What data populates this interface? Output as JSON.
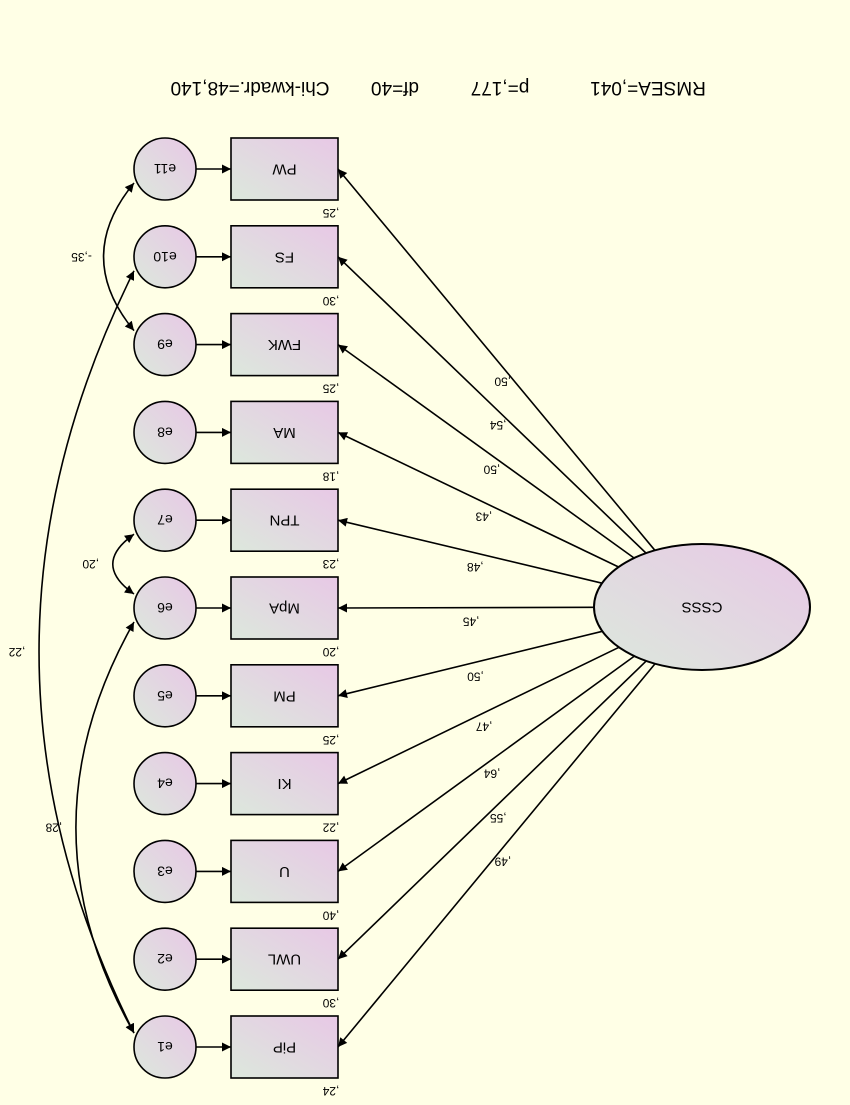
{
  "fit": {
    "chi": "Chi-kwadr.=48,140",
    "df": "df=40",
    "p": "p=,177",
    "rmsea": "RMSEA=,041"
  },
  "latent": {
    "label": "CSSS"
  },
  "colors": {
    "background": "#FFFFE6",
    "shape_gradient_start": "#DCE8DC",
    "shape_gradient_end": "#E8C8E6",
    "stroke": "#000000"
  },
  "indicators": [
    {
      "label": "PW",
      "error": "e11",
      "loading": ",50",
      "r2": ",25"
    },
    {
      "label": "FS",
      "error": "e10",
      "loading": ",54",
      "r2": ",30"
    },
    {
      "label": "FWK",
      "error": "e9",
      "loading": ",50",
      "r2": ",25"
    },
    {
      "label": "MA",
      "error": "e8",
      "loading": ",43",
      "r2": ",18"
    },
    {
      "label": "TPN",
      "error": "e7",
      "loading": ",48",
      "r2": ",23"
    },
    {
      "label": "MpA",
      "error": "e6",
      "loading": ",45",
      "r2": ",20"
    },
    {
      "label": "PM",
      "error": "e5",
      "loading": ",50",
      "r2": ",25"
    },
    {
      "label": "KI",
      "error": "e4",
      "loading": ",47",
      "r2": ",22"
    },
    {
      "label": "U",
      "error": "e3",
      "loading": ",64",
      "r2": ",40"
    },
    {
      "label": "UWL",
      "error": "e2",
      "loading": ",55",
      "r2": ",30"
    },
    {
      "label": "PiP",
      "error": "e1",
      "loading": ",49",
      "r2": ",24"
    }
  ],
  "covariances": [
    {
      "from": 0,
      "to": 2,
      "value": "-,35"
    },
    {
      "from": 1,
      "to": 10,
      "value": ",22"
    },
    {
      "from": 4,
      "to": 5,
      "value": ",20"
    },
    {
      "from": 5,
      "to": 10,
      "value": ",28"
    }
  ]
}
